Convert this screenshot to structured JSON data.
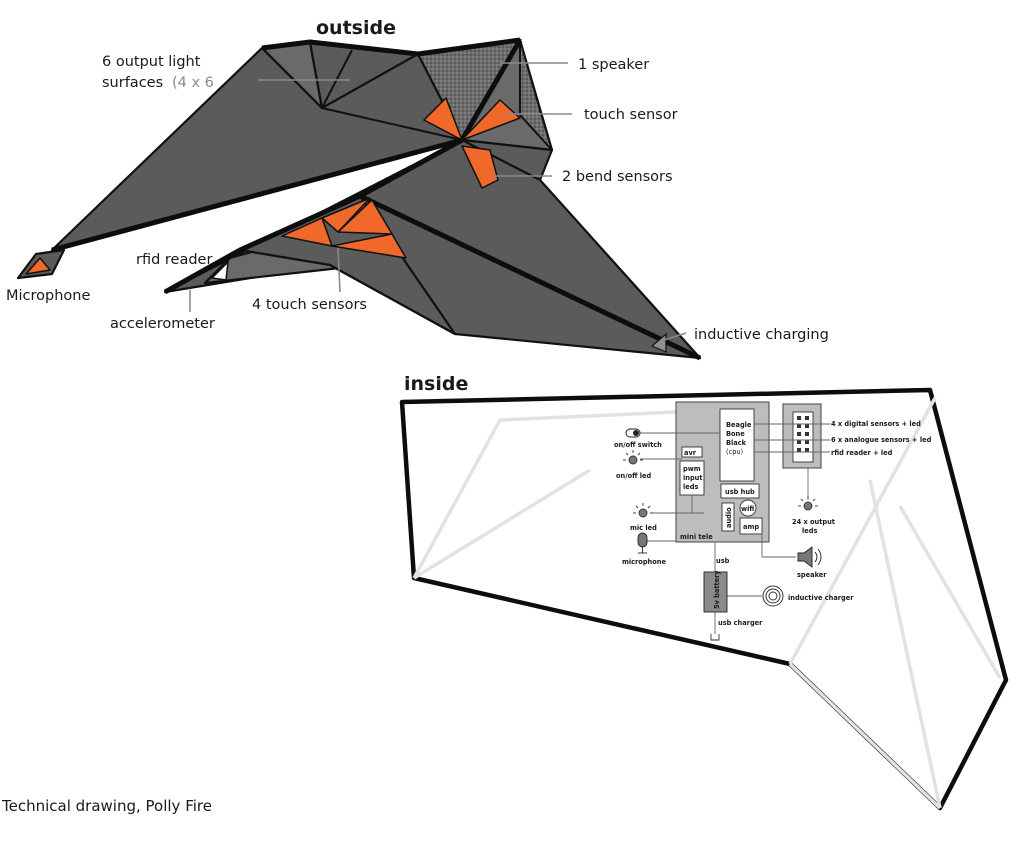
{
  "outside": {
    "heading": "outside",
    "labels": {
      "light_surfaces_1": "6 output light",
      "light_surfaces_2": "surfaces",
      "light_surfaces_extra": "(4 x 6",
      "speaker": "1 speaker",
      "touch_sensor": "touch sensor",
      "bend_sensors": "2 bend sensors",
      "rfid_reader": "rfid reader",
      "microphone": "Microphone",
      "touch_sensors": "4 touch sensors",
      "accelerometer": "accelerometer",
      "inductive_charging": "inductive charging"
    }
  },
  "inside": {
    "heading": "inside",
    "labels": {
      "on_off_switch": "on/off switch",
      "on_off_led": "on/off led",
      "mic_led": "mic led",
      "microphone": "microphone",
      "mini_tele": "mini tele",
      "beagle_1": "Beagle",
      "beagle_2": "Bone",
      "beagle_3": "Black",
      "beagle_4": "(cpu)",
      "avr": "avr",
      "pwm_1": "pwm",
      "pwm_2": "input",
      "pwm_3": "leds",
      "usb_hub": "usb hub",
      "wifi": "wifi",
      "audio": "audio",
      "amp": "amp",
      "usb": "usb",
      "battery": "5v battery",
      "inductive_charger": "inductive charger",
      "usb_charger": "usb charger",
      "speaker": "speaker",
      "digital_sensors": "4 x digital sensors + led",
      "analogue_sensors": "6 x analogue sensors + led",
      "rfid_led": "rfid reader + led",
      "output_leds_1": "24 x output",
      "output_leds_2": "leds"
    }
  },
  "caption": "Technical drawing, Polly Fire",
  "colors": {
    "body_grey": "#5b5b5b",
    "sensor_orange": "#f0692a",
    "inner_frame": "#e2e2e2"
  },
  "icons": [
    "switch-icon",
    "led-icon",
    "microphone-icon",
    "speaker-icon",
    "charger-coil-icon",
    "usb-plug-icon",
    "pin-header-icon"
  ]
}
